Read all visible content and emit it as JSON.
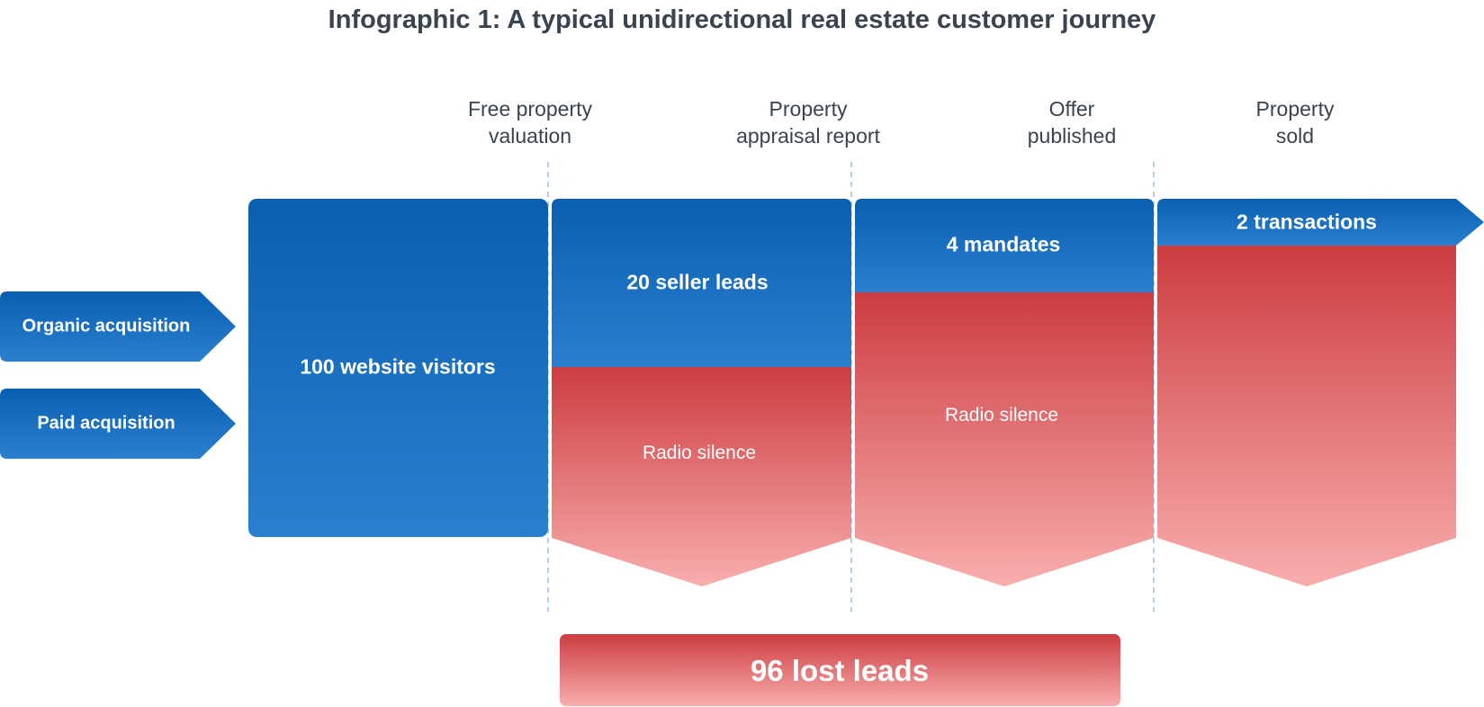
{
  "title": "Infographic 1: A typical unidirectional real estate customer journey",
  "colors": {
    "blue_top": "#0a5fb0",
    "blue_bottom": "#2a7fcf",
    "red_top": "#cc3c40",
    "red_bottom": "#f9aeae",
    "text_dark": "#3a4350",
    "divider": "#9cc0e6"
  },
  "sources": [
    {
      "label": "Organic acquisition"
    },
    {
      "label": "Paid acquisition"
    }
  ],
  "stage_labels": [
    "Free property\nvaluation",
    "Property\nappraisal report",
    "Offer\npublished",
    "Property\nsold"
  ],
  "boxes": {
    "visitors": "100 website visitors",
    "leads": "20 seller leads",
    "mandates": "4 mandates",
    "transactions": "2 transactions"
  },
  "silence_label": "Radio silence",
  "lost_leads": "96 lost leads"
}
